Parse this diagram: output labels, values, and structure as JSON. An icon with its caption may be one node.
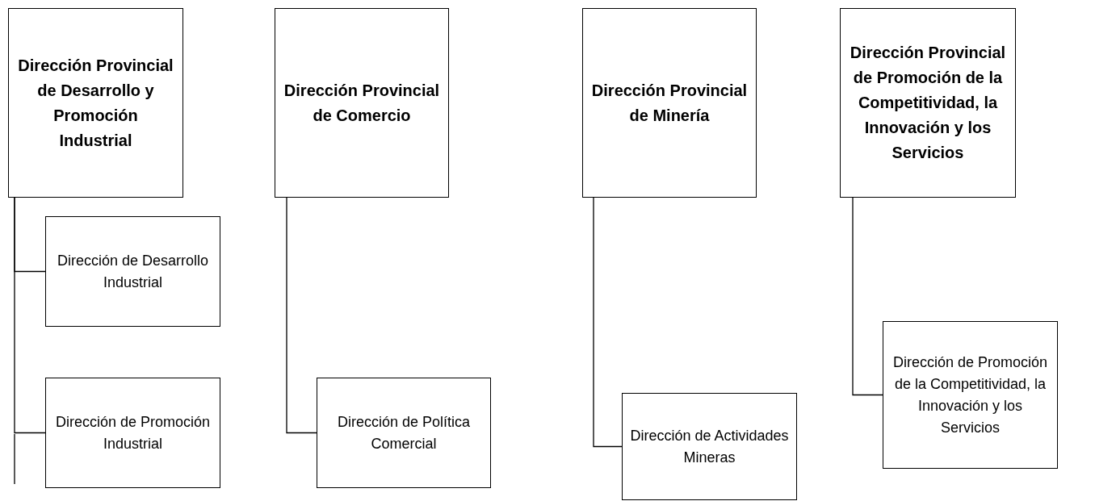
{
  "diagram": {
    "nodes": [
      {
        "text": [
          "Dirección Provincial de Desarrollo y Promoción Industrial"
        ]
      },
      {
        "text": [
          "Dirección de Desarrollo Industrial"
        ]
      },
      {
        "text": [
          "Dirección de Promoción Industrial"
        ]
      },
      {
        "text": [
          "Dirección Provincial de Comercio"
        ]
      },
      {
        "text": [
          "Dirección de Política Comercial"
        ]
      },
      {
        "text": [
          "Dirección Provincial de Minería"
        ]
      },
      {
        "text": [
          "Dirección de Actividades Mineras"
        ]
      },
      {
        "text": [
          "Dirección Provincial de Promoción de la Competitividad, la Innovación y los Servicios"
        ]
      },
      {
        "text": [
          "Dirección de Promoción de la Competitividad, la Innovación y los Servicios"
        ]
      }
    ],
    "edges": [
      {
        "from": 0,
        "to": 1,
        "arrow": "none"
      },
      {
        "from": 0,
        "to": 2,
        "arrow": "none"
      },
      {
        "from": 3,
        "to": 4,
        "arrow": "none"
      },
      {
        "from": 5,
        "to": 6,
        "arrow": "none"
      },
      {
        "from": 7,
        "to": 8,
        "arrow": "none"
      }
    ]
  }
}
